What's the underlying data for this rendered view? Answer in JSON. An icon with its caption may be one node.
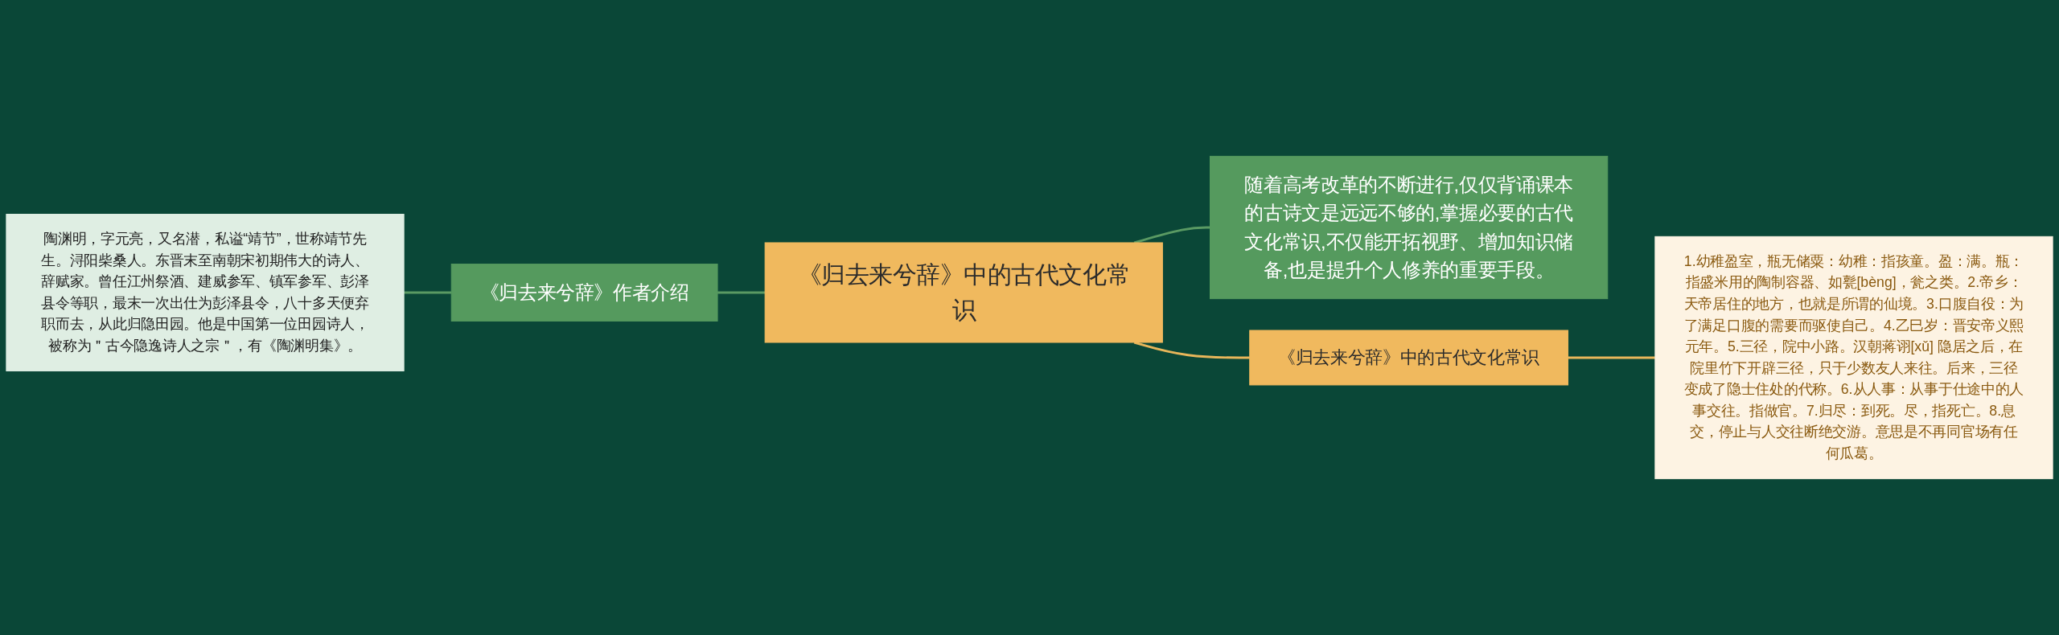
{
  "diagram": {
    "nodes": [
      {
        "text": [
          "《归去来兮辞》中的古代文化常识"
        ]
      },
      {
        "text": [
          "《归去来兮辞》作者介绍"
        ]
      },
      {
        "text": [
          "陶渊明，字元亮，又名潜，私谥“靖节”，世称靖节先生。浔阳柴桑人。东晋末至南朝宋初期伟大的诗人、辞赋家。曾任江州祭酒、建威参军、镇军参军、彭泽县令等职，最末一次出仕为彭泽县令，八十多天便弃职而去，从此归隐田园。他是中国第一位田园诗人，被称为＂古今隐逸诗人之宗＂，有《陶渊明集》。"
        ]
      },
      {
        "text": [
          "随着高考改革的不断进行,仅仅背诵课本的古诗文是远远不够的,掌握必要的古代文化常识,不仅能开拓视野、增加知识储备,也是提升个人修养的重要手段。"
        ]
      },
      {
        "text": [
          "《归去来兮辞》中的古代文化常识"
        ]
      },
      {
        "text": [
          "1.幼稚盈室，瓶无储粟：幼稚：指孩童。盈：满。瓶：指盛米用的陶制容器、如甏[bèng]，瓮之类。2.帝乡：天帝居住的地方，也就是所谓的仙境。3.口腹自役：为了满足口腹的需要而驱使自己。4.乙巳岁：晋安帝义熙元年。5.三径，院中小路。汉朝蒋诩[xǔ] 隐居之后，在院里竹下开辟三径，只于少数友人来往。后来，三径变成了隐士住处的代称。6.从人事：从事于仕途中的人事交往。指做官。7.归尽：到死。尽，指死亡。8.息交，停止与人交往断绝交游。意思是不再同官场有任何瓜葛。"
        ]
      }
    ],
    "edges": [
      {
        "from": 0,
        "to": 1,
        "arrow": "none"
      },
      {
        "from": 1,
        "to": 2,
        "arrow": "none"
      },
      {
        "from": 0,
        "to": 3,
        "arrow": "none"
      },
      {
        "from": 0,
        "to": 4,
        "arrow": "none",
        "color": "#e8b65a"
      },
      {
        "from": 4,
        "to": 5,
        "arrow": "none",
        "color": "#e8b65a"
      }
    ]
  }
}
